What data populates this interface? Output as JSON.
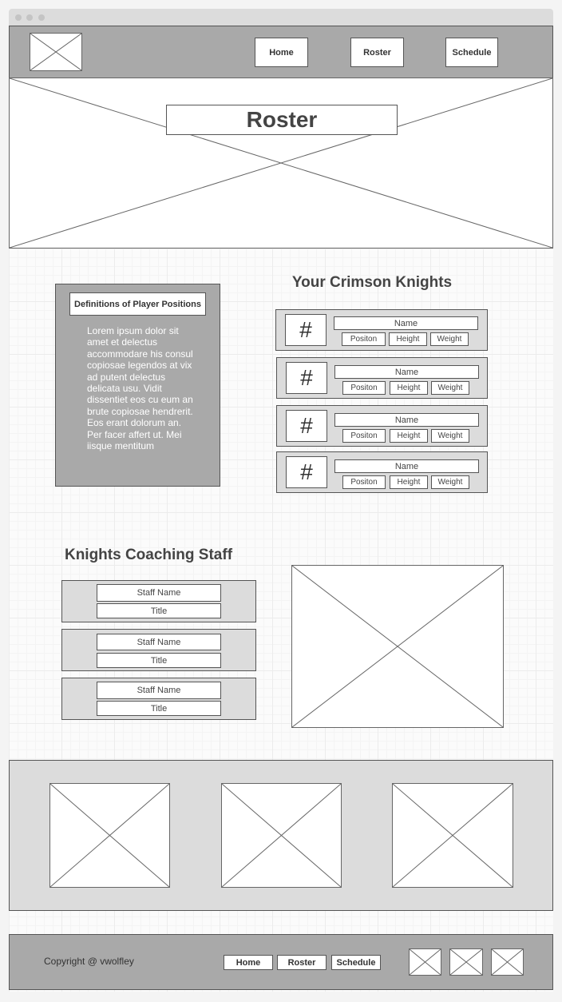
{
  "nav": {
    "links": [
      "Home",
      "Roster",
      "Schedule"
    ]
  },
  "hero": {
    "title": "Roster"
  },
  "definitions": {
    "title": "Definitions of Player Positions",
    "body": "Lorem ipsum dolor sit amet et delectus accommodare his consul copiosae legendos at vix ad putent delectus delicata usu. Vidit dissentiet eos cu eum an brute copiosae hendrerit. Eos erant dolorum an. Per facer affert ut. Mei iisque mentitum"
  },
  "roster": {
    "heading": "Your Crimson Knights",
    "players": [
      {
        "number": "#",
        "name": "Name",
        "position": "Positon",
        "height": "Height",
        "weight": "Weight"
      },
      {
        "number": "#",
        "name": "Name",
        "position": "Positon",
        "height": "Height",
        "weight": "Weight"
      },
      {
        "number": "#",
        "name": "Name",
        "position": "Positon",
        "height": "Height",
        "weight": "Weight"
      },
      {
        "number": "#",
        "name": "Name",
        "position": "Positon",
        "height": "Height",
        "weight": "Weight"
      }
    ]
  },
  "staff": {
    "heading": "Knights Coaching Staff",
    "members": [
      {
        "name": "Staff Name",
        "title": "Title"
      },
      {
        "name": "Staff Name",
        "title": "Title"
      },
      {
        "name": "Staff Name",
        "title": "Title"
      }
    ]
  },
  "footer": {
    "copyright": "Copyright @ vwolfley",
    "links": [
      "Home",
      "Roster",
      "Schedule"
    ]
  }
}
